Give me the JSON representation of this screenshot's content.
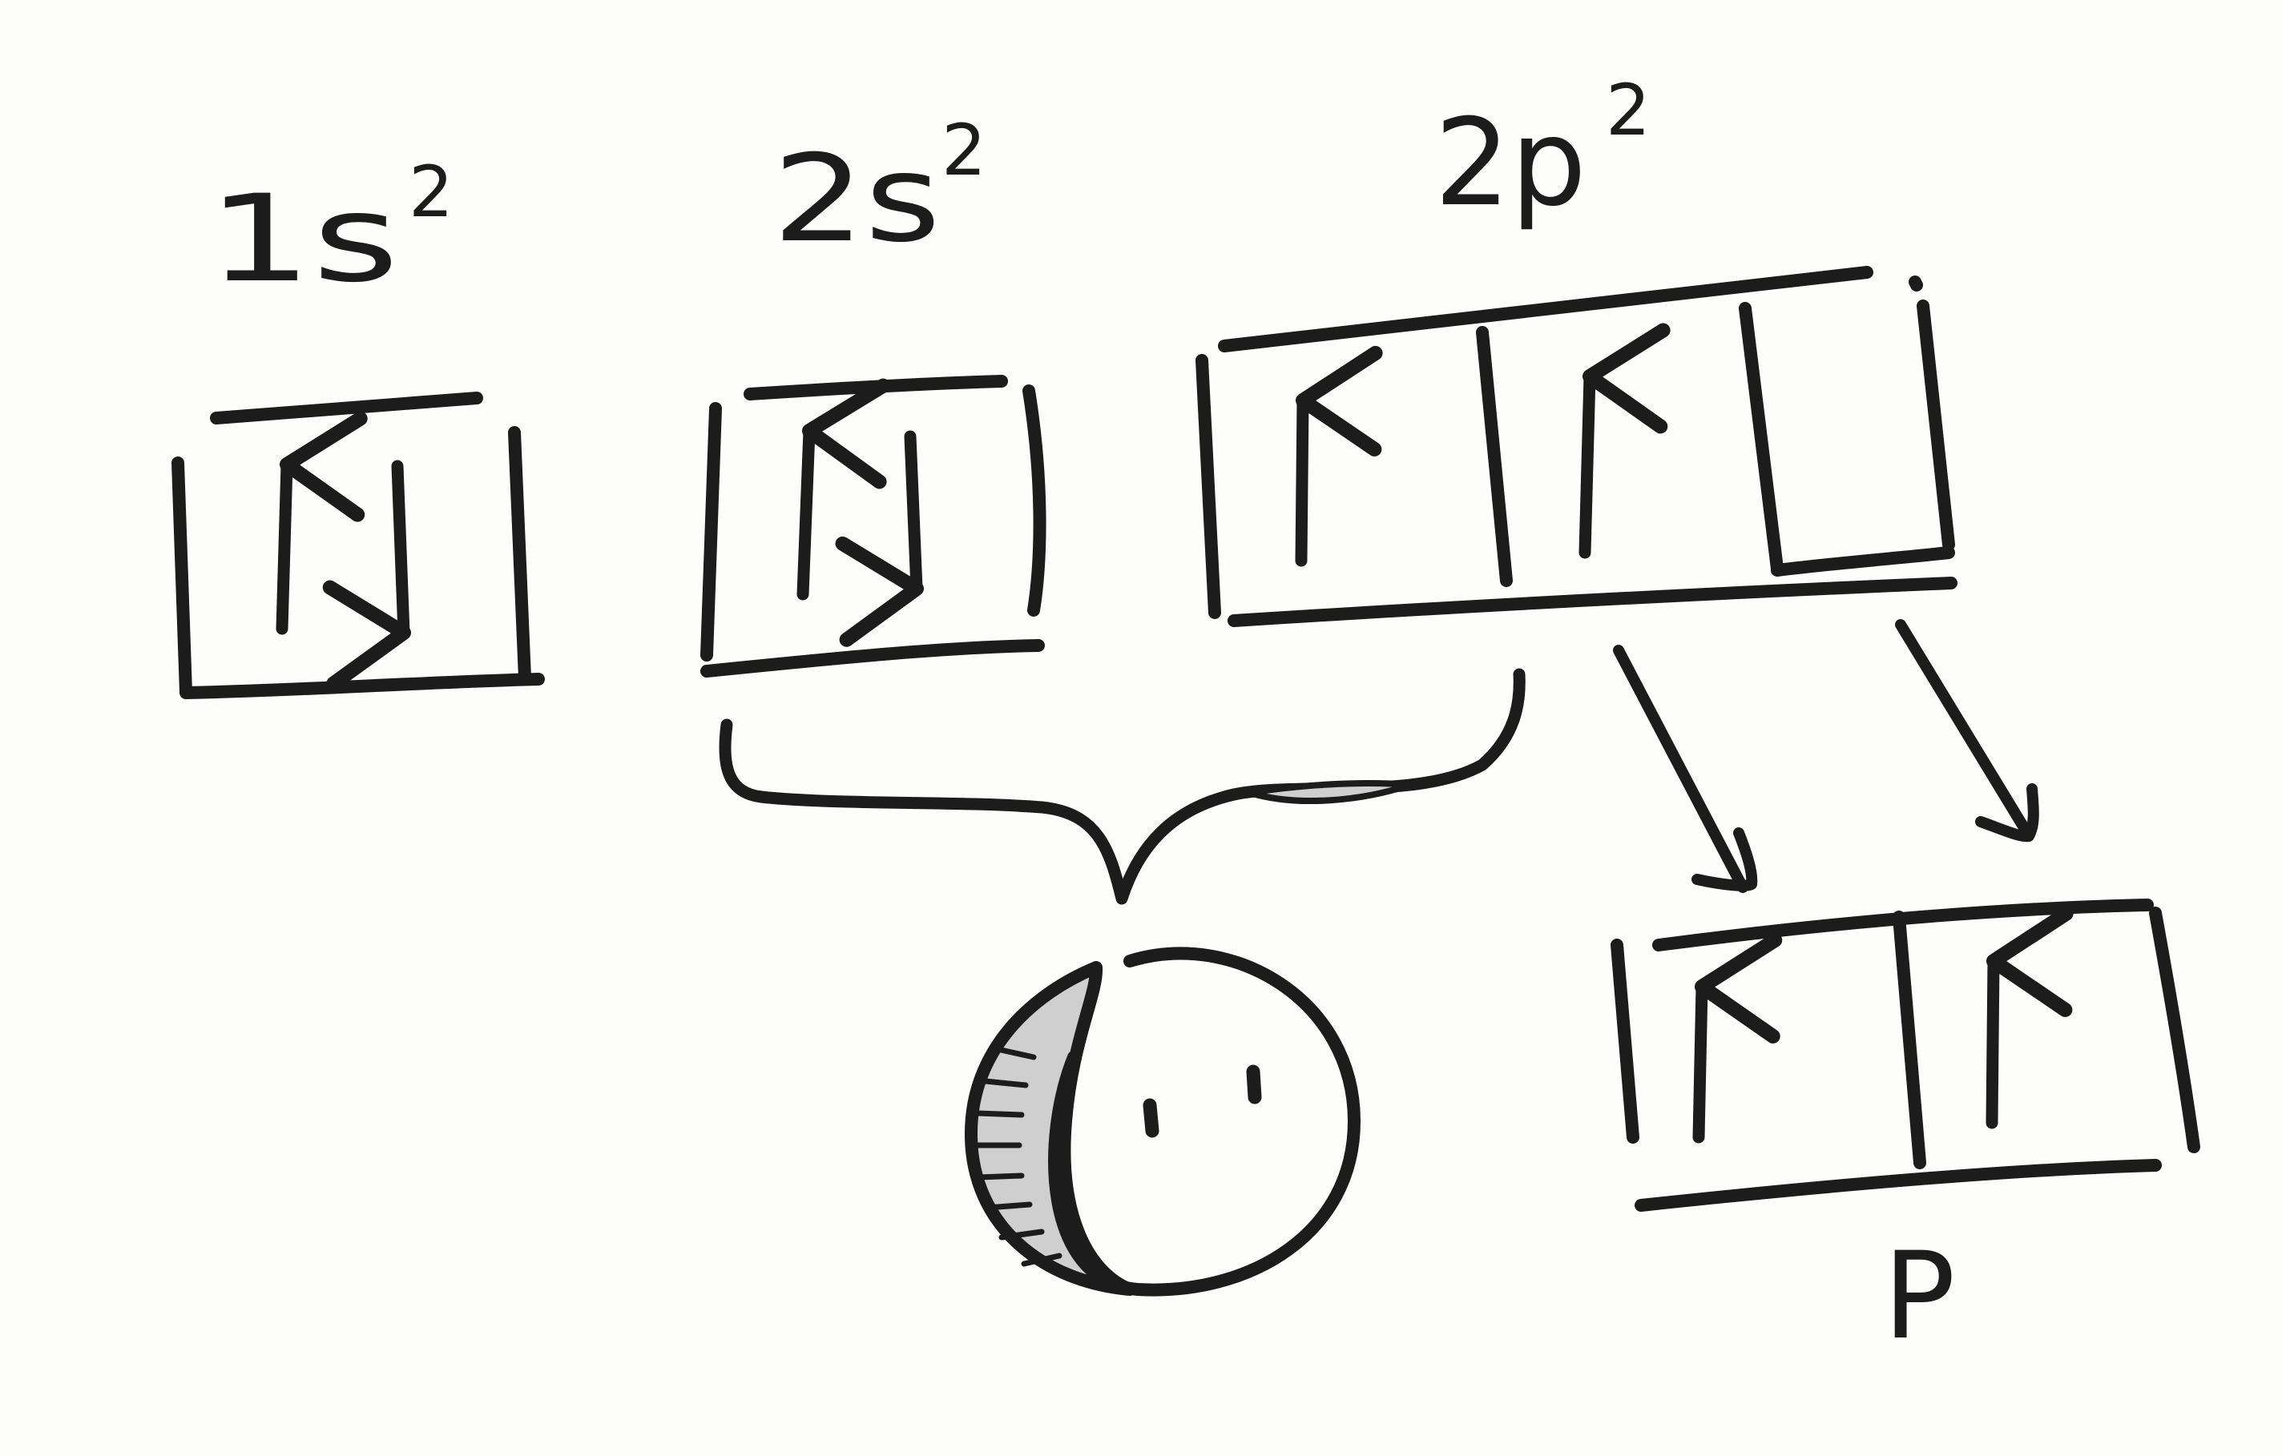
{
  "colors": {
    "ink": "#1c1c1c",
    "paper": "#fdfdfc",
    "shading": "#cfcfcf"
  },
  "labels": {
    "s1": {
      "main": "1s",
      "sup": "2"
    },
    "s2": {
      "main": "2s",
      "sup": "2"
    },
    "p2": {
      "main": "2p",
      "sup": "2"
    },
    "p": "P"
  },
  "orbitals": {
    "1s": [
      "up",
      "down"
    ],
    "2s": [
      "up",
      "down"
    ],
    "2p": [
      "up",
      "up",
      "empty"
    ],
    "p": [
      "up",
      "up"
    ]
  }
}
